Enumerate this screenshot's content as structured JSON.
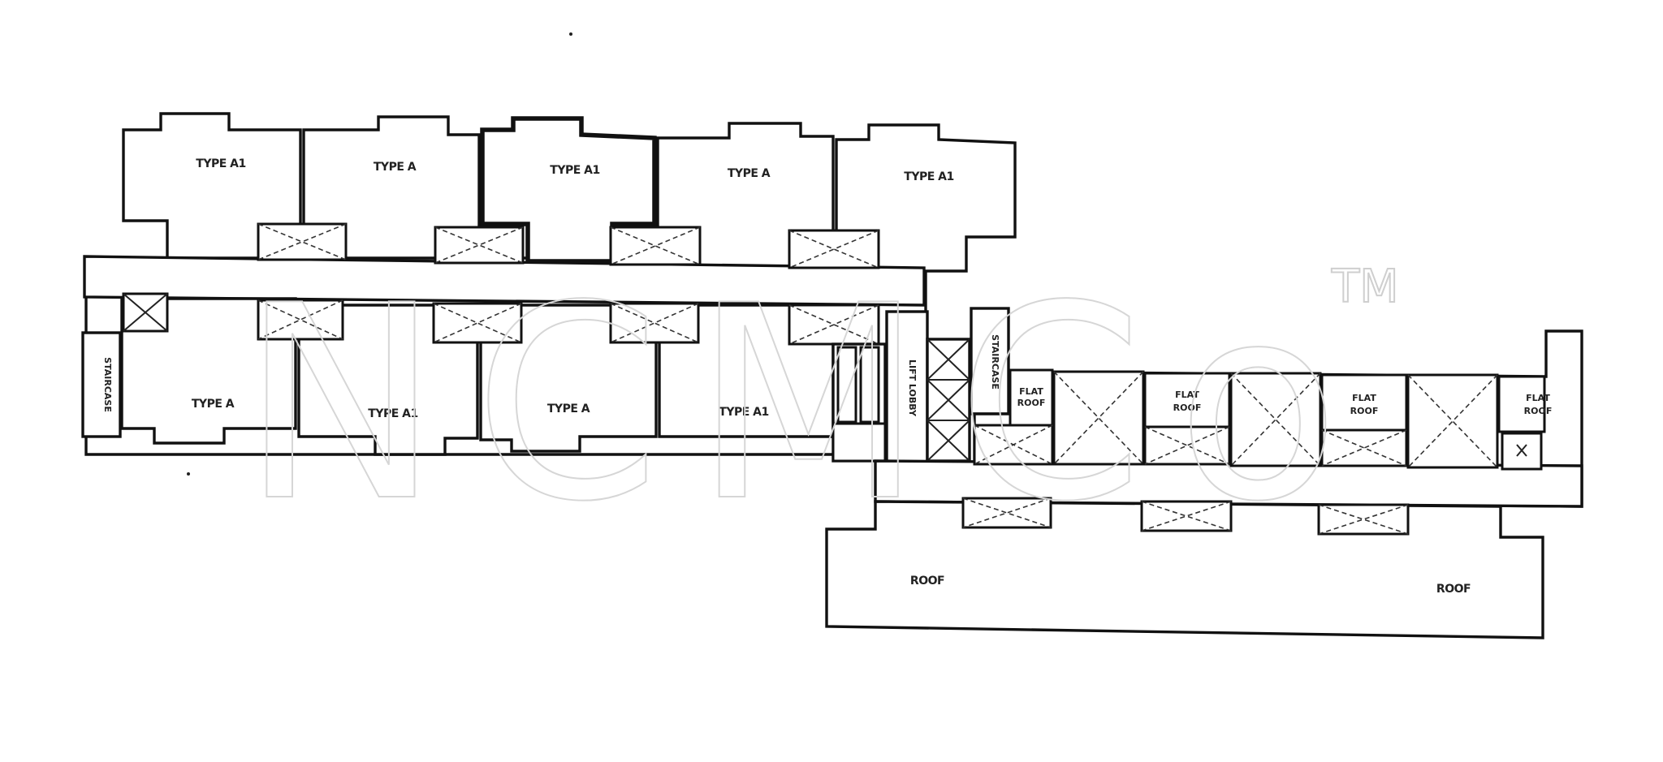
{
  "units_upper": [
    "TYPE A1",
    "TYPE A",
    "TYPE A1",
    "TYPE A",
    "TYPE A1"
  ],
  "units_lower": [
    "TYPE A",
    "TYPE A1",
    "TYPE A",
    "TYPE A1"
  ],
  "staircase_label": "STAIRCASE",
  "lift_lobby_label": "LIFT LOBBY",
  "flat_roof_label": "FLAT ROOF",
  "flat_roof_line1": "FLAT",
  "flat_roof_line2": "ROOF",
  "roof_labels": [
    "ROOF",
    "ROOF"
  ],
  "watermark": "NCMCo",
  "trademark": "TM"
}
